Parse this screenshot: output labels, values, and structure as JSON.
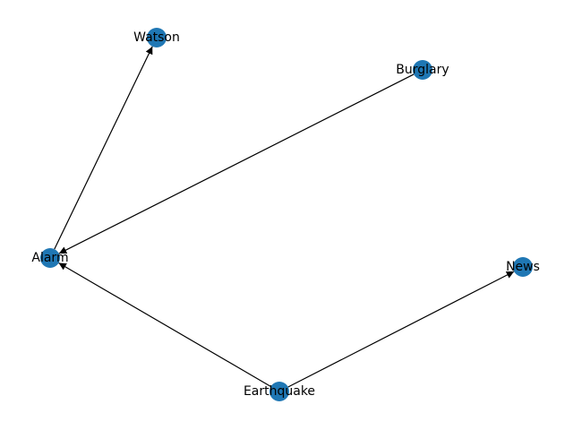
{
  "graph": {
    "directed": true,
    "node_color": "#1f77b4",
    "edge_color": "#000000",
    "label_color": "#000000",
    "nodes": [
      {
        "id": "watson",
        "label": "Watson"
      },
      {
        "id": "burglary",
        "label": "Burglary"
      },
      {
        "id": "alarm",
        "label": "Alarm"
      },
      {
        "id": "news",
        "label": "News"
      },
      {
        "id": "earthquake",
        "label": "Earthquake"
      }
    ],
    "edges": [
      {
        "source": "alarm",
        "target": "watson"
      },
      {
        "source": "burglary",
        "target": "alarm"
      },
      {
        "source": "earthquake",
        "target": "alarm"
      },
      {
        "source": "earthquake",
        "target": "news"
      }
    ]
  }
}
